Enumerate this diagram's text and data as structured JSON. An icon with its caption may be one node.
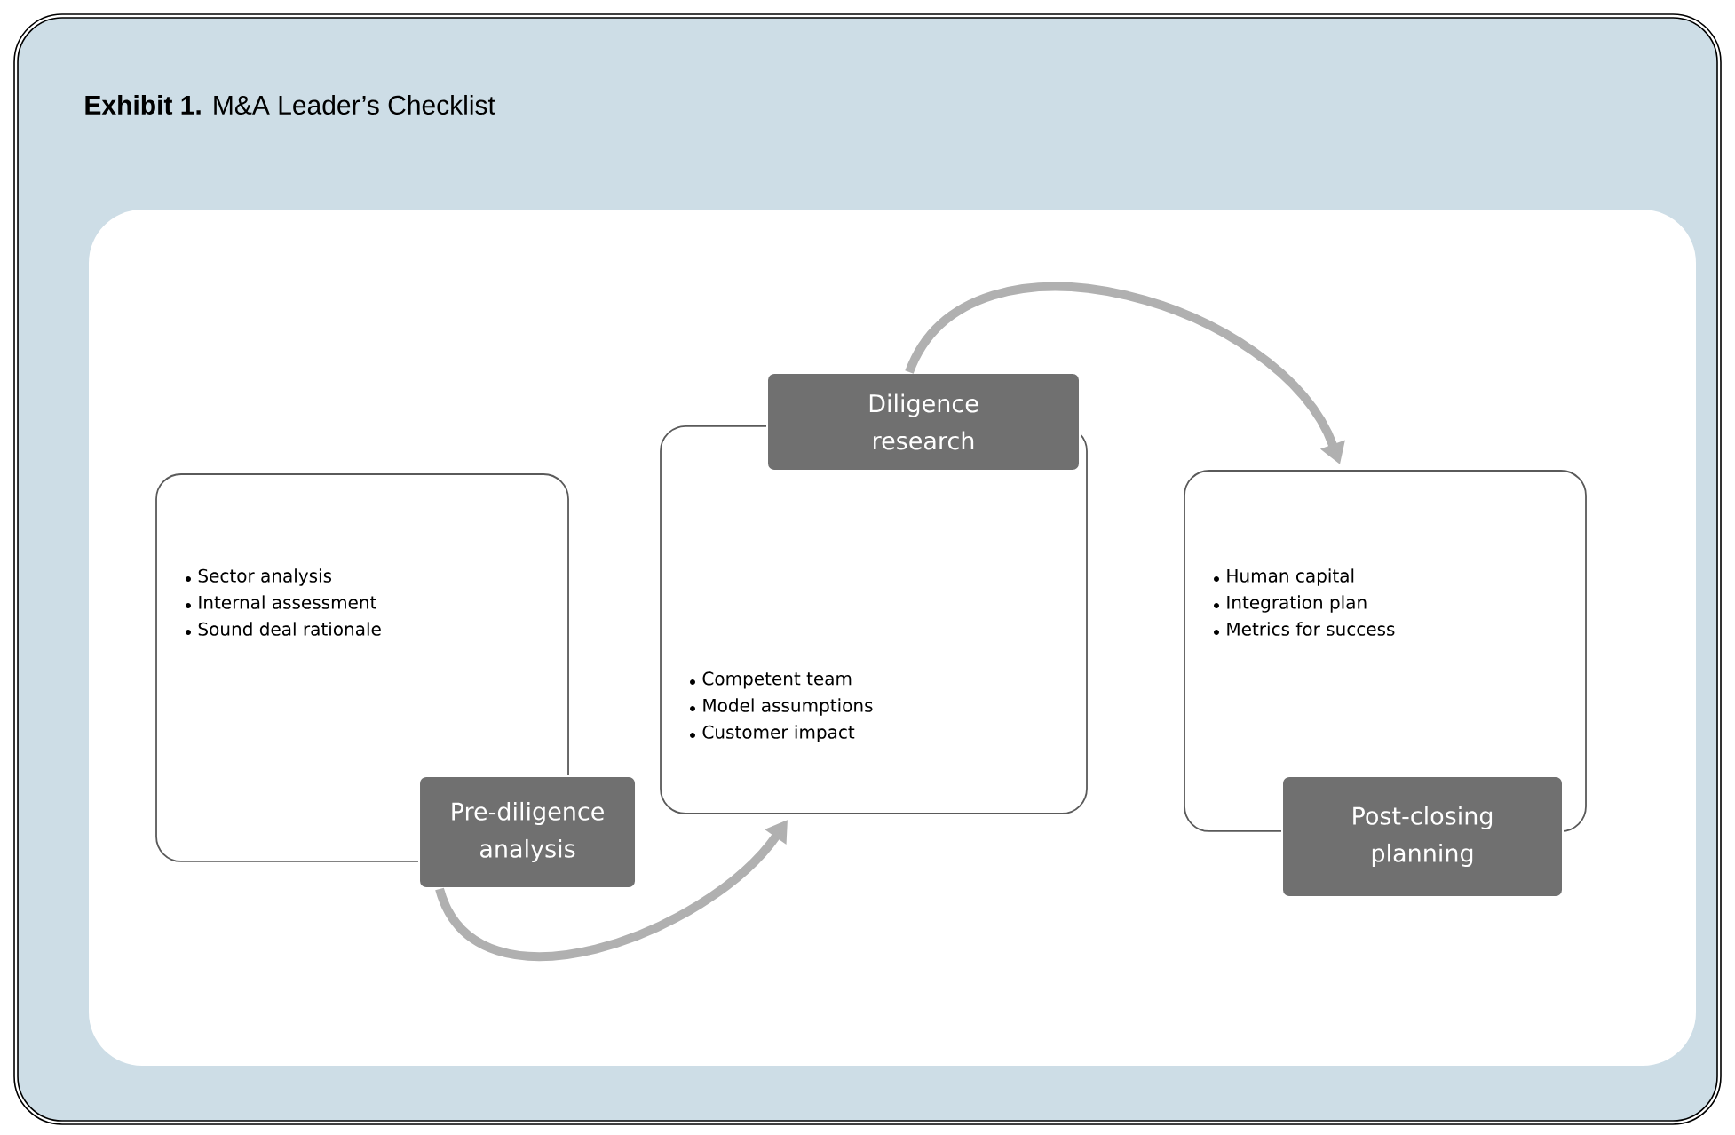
{
  "diagram": {
    "title": "**Exhibit 1.** M&A Leader’s Checklist",
    "nodes": [
      {
        "text": [
          "Sector analysis",
          "Internal assessment",
          "Sound deal rationale"
        ]
      },
      {
        "text": [
          "Pre-diligence analysis"
        ]
      },
      {
        "text": [
          "Competent team",
          "Model assumptions",
          "Customer impact"
        ]
      },
      {
        "text": [
          "Diligence research"
        ]
      },
      {
        "text": [
          "Human capital",
          "Integration plan",
          "Metrics for success"
        ]
      },
      {
        "text": [
          "Post-closing planning"
        ]
      }
    ],
    "edges": [
      {
        "from": 1,
        "to": 2,
        "arrow": "to"
      },
      {
        "from": 3,
        "to": 4,
        "arrow": "to"
      }
    ]
  }
}
